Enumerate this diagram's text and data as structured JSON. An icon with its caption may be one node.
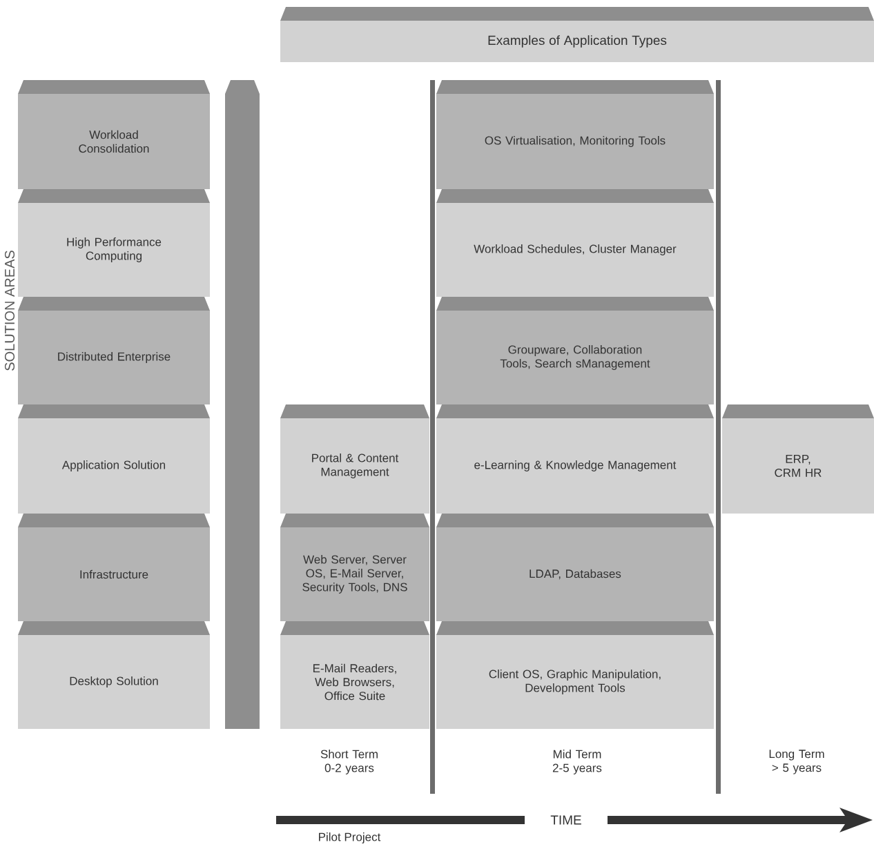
{
  "diagram": {
    "nodes": [
      {
        "text": [
          "Examples of Application Types"
        ]
      },
      {
        "text": [
          "Workload Consolidation"
        ]
      },
      {
        "text": [
          "High Performance Computing"
        ]
      },
      {
        "text": [
          "Distributed Enterprise"
        ]
      },
      {
        "text": [
          "Application Solution"
        ]
      },
      {
        "text": [
          "Infrastructure"
        ]
      },
      {
        "text": [
          "Desktop Solution"
        ]
      },
      {
        "text": [
          "OS Virtualisation, Monitoring Tools"
        ]
      },
      {
        "text": [
          "Workload Schedules, Cluster Manager"
        ]
      },
      {
        "text": [
          "Groupware, Collaboration Tools, Search sManagement"
        ]
      },
      {
        "text": [
          "Portal & Content Management"
        ]
      },
      {
        "text": [
          "e-Learning & Knowledge Management"
        ]
      },
      {
        "text": [
          "ERP, CRM HR"
        ]
      },
      {
        "text": [
          "Web Server, Server OS, E-Mail Server, Security Tools, DNS"
        ]
      },
      {
        "text": [
          "LDAP, Databases"
        ]
      },
      {
        "text": [
          "E-Mail Readers, Web Browsers, Office Suite"
        ]
      },
      {
        "text": [
          "Client OS, Graphic Manipulation, Development Tools"
        ]
      },
      {
        "text": [],
        "shape": "bar"
      }
    ],
    "labels": [
      "SOLUTION AREAS",
      "Short Term 0-2 years",
      "Mid Term 2-5 years",
      "Long Term > 5 years",
      "TIME",
      "Pilot Project"
    ]
  }
}
